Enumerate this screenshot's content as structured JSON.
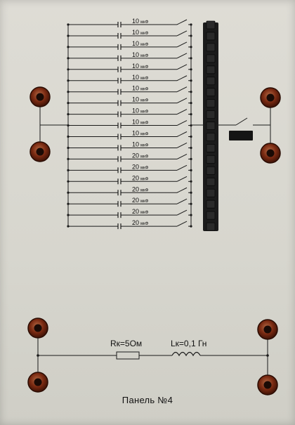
{
  "panel": {
    "title": "Панель №4",
    "capacitors": [
      {
        "value": "10",
        "unit": "мкФ"
      },
      {
        "value": "10",
        "unit": "мкФ"
      },
      {
        "value": "10",
        "unit": "мкФ"
      },
      {
        "value": "10",
        "unit": "мкФ"
      },
      {
        "value": "10",
        "unit": "мкФ"
      },
      {
        "value": "10",
        "unit": "мкФ"
      },
      {
        "value": "10",
        "unit": "мкФ"
      },
      {
        "value": "10",
        "unit": "мкФ"
      },
      {
        "value": "10",
        "unit": "мкФ"
      },
      {
        "value": "10",
        "unit": "мкФ"
      },
      {
        "value": "10",
        "unit": "мкФ"
      },
      {
        "value": "10",
        "unit": "мкФ"
      },
      {
        "value": "20",
        "unit": "мкФ"
      },
      {
        "value": "20",
        "unit": "мкФ"
      },
      {
        "value": "20",
        "unit": "мкФ"
      },
      {
        "value": "20",
        "unit": "мкФ"
      },
      {
        "value": "20",
        "unit": "мкФ"
      },
      {
        "value": "20",
        "unit": "мкФ"
      },
      {
        "value": "20",
        "unit": "мкФ"
      }
    ],
    "resistor_label": "Rк=5Ом",
    "inductor_label": "Lк=0,1 Гн",
    "colors": {
      "terminal": "#7a2a12",
      "switch_bank": "#1b1b1b",
      "panel": "#dcdbd3"
    }
  }
}
